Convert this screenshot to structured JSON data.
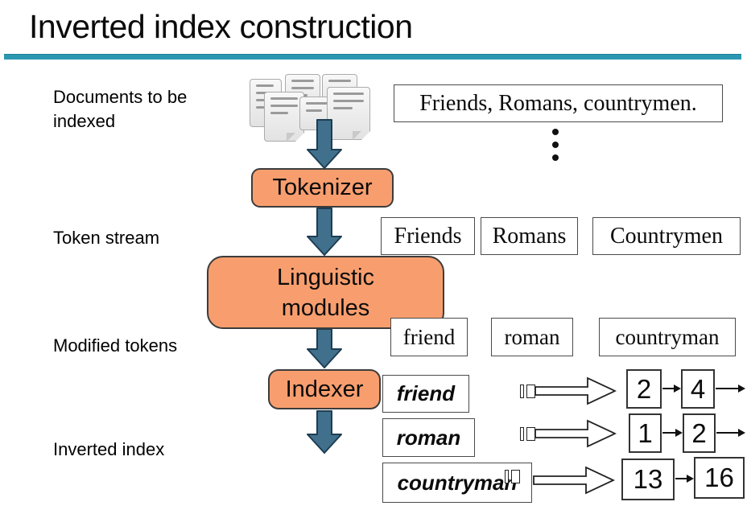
{
  "slide": {
    "title": "Inverted index construction"
  },
  "labels": {
    "documents": "Documents to be indexed",
    "token_stream": "Token stream",
    "modified_tokens": "Modified tokens",
    "inverted_index": "Inverted index"
  },
  "pipeline": {
    "tokenizer": "Tokenizer",
    "linguistic_modules": {
      "line1": "Linguistic",
      "line2": "modules"
    },
    "indexer": "Indexer"
  },
  "input": {
    "sentence": "Friends, Romans, countrymen."
  },
  "token_stream": [
    "Friends",
    "Romans",
    "Countrymen"
  ],
  "modified_tokens": [
    "friend",
    "roman",
    "countryman"
  ],
  "inverted_index": [
    {
      "term": "friend",
      "postings": [
        "2",
        "4"
      ]
    },
    {
      "term": "roman",
      "postings": [
        "1",
        "2"
      ]
    },
    {
      "term": "countryman",
      "postings": [
        "13",
        "16"
      ]
    }
  ],
  "colors": {
    "accent_rule": "#2B98B1",
    "process_box_fill": "#F89E6E",
    "flow_arrow_fill": "#41708C"
  }
}
